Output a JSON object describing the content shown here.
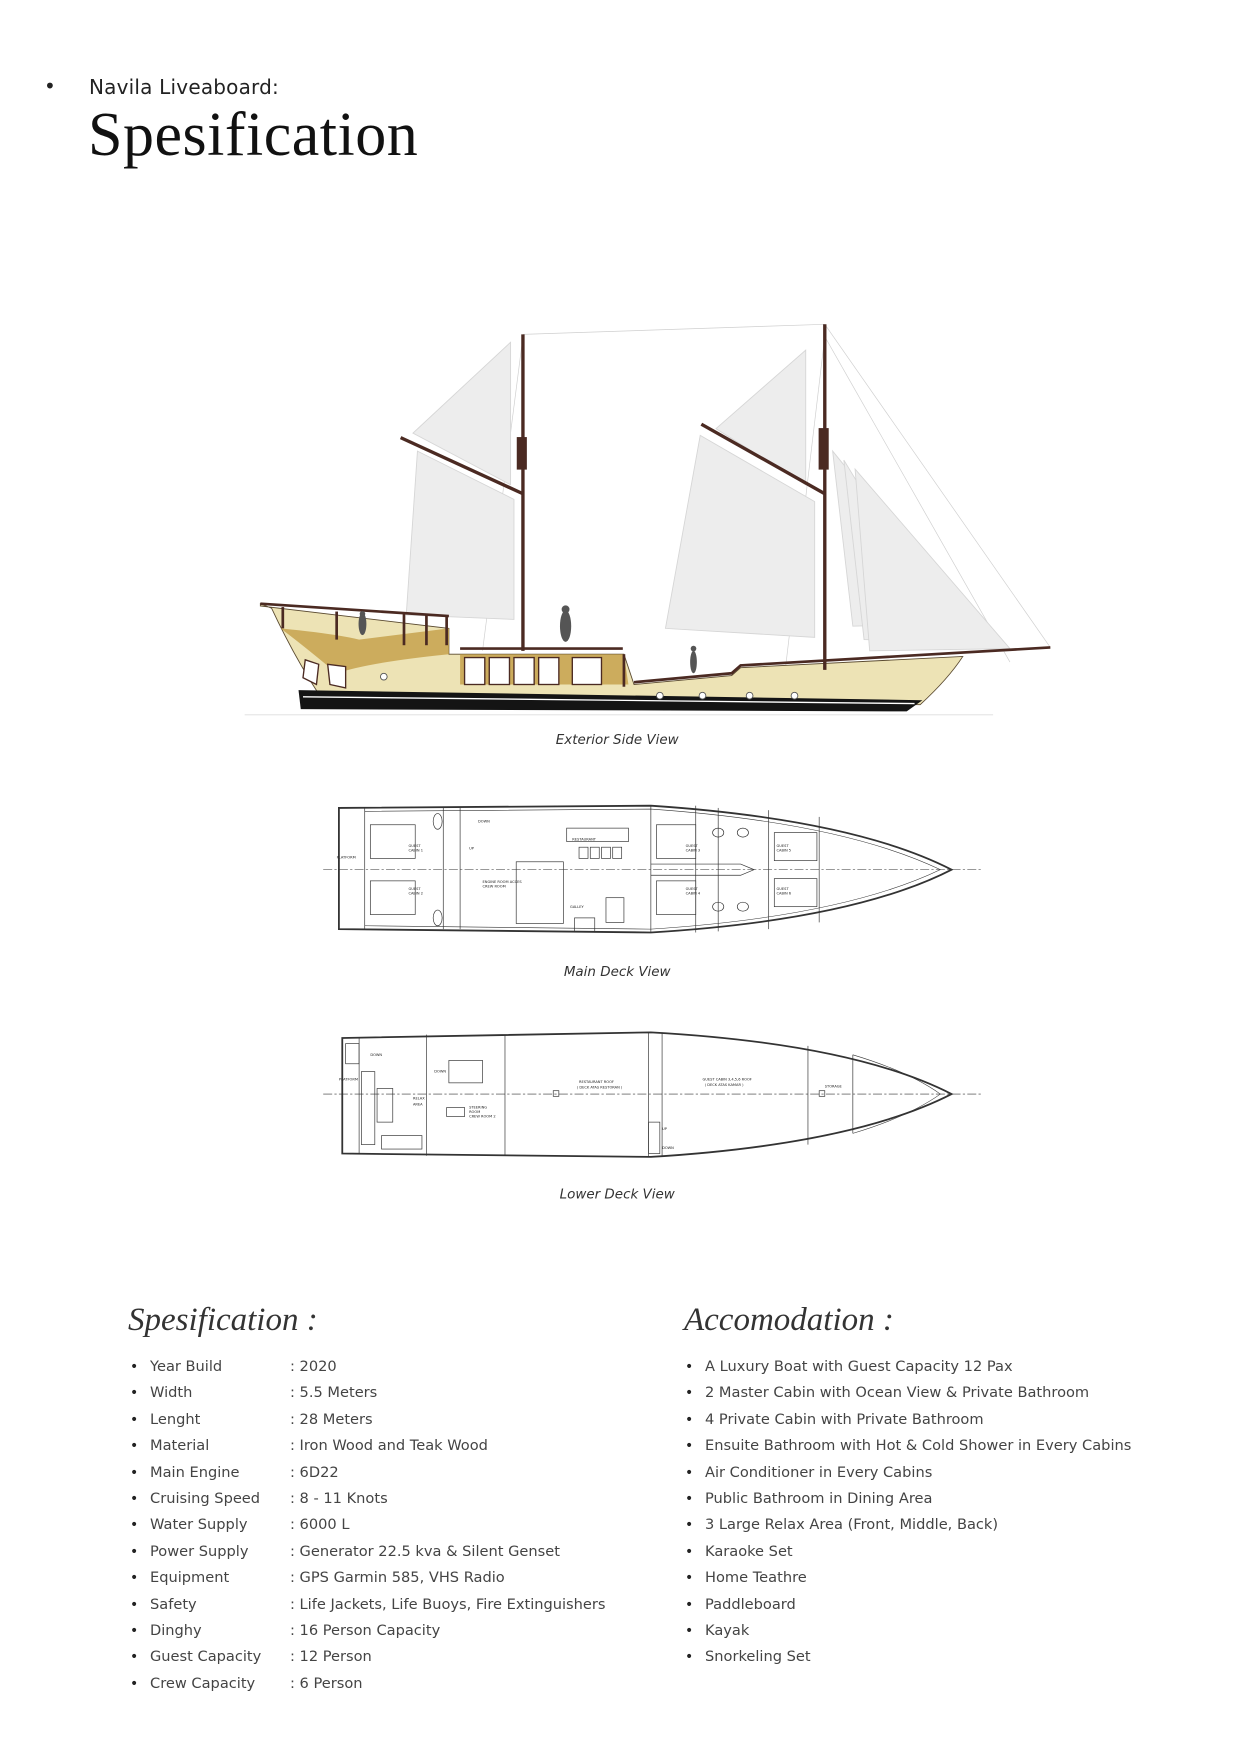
{
  "header": {
    "subtitle": "Navila Liveaboard:",
    "title": "Spesification"
  },
  "drawings": {
    "exterior_caption": "Exterior Side View",
    "main_deck_caption": "Main Deck View",
    "lower_deck_caption": "Lower Deck View",
    "main_deck_labels": [
      "PLATFORM",
      "GUEST",
      "CABIN 1",
      "GUEST",
      "CABIN 2",
      "DOWN",
      "UP",
      "ENGINE ROOM ACCES",
      "CREW ROOM",
      "RESTAURANT",
      "GALLEY",
      "GUEST",
      "CABIN 3",
      "GUEST",
      "CABIN 4",
      "GUEST",
      "CABIN 5",
      "GUEST",
      "CABIN 6"
    ],
    "lower_deck_labels": [
      "DOWN",
      "PLATFORM",
      "DOWN",
      "RELAX",
      "AREA",
      "STEERING",
      "ROOM",
      "CREW ROOM 2",
      "RESTAURANT ROOF",
      "( DECK ATAS RESTORAN )",
      "GUEST CABIN 3,4,5,6 ROOF",
      "( DECK ATAS KAMAR )",
      "STORAGE",
      "UP",
      "DOWN"
    ]
  },
  "specification": {
    "title": "Spesification :",
    "items": [
      {
        "label": "Year Build",
        "value": ": 2020"
      },
      {
        "label": "Width",
        "value": ": 5.5 Meters"
      },
      {
        "label": "Lenght",
        "value": ": 28 Meters"
      },
      {
        "label": "Material",
        "value": ": Iron Wood and Teak Wood"
      },
      {
        "label": "Main Engine",
        "value": ": 6D22"
      },
      {
        "label": "Cruising Speed",
        "value": ": 8 - 11 Knots"
      },
      {
        "label": "Water Supply",
        "value": ": 6000 L"
      },
      {
        "label": "Power Supply",
        "value": ": Generator 22.5 kva & Silent Genset"
      },
      {
        "label": "Equipment",
        "value": ": GPS Garmin 585, VHS Radio"
      },
      {
        "label": "Safety",
        "value": ": Life Jackets, Life Buoys, Fire Extinguishers"
      },
      {
        "label": "Dinghy",
        "value": ": 16 Person Capacity"
      },
      {
        "label": "Guest Capacity",
        "value": ": 12 Person"
      },
      {
        "label": "Crew Capacity",
        "value": ": 6 Person"
      }
    ]
  },
  "accomodation": {
    "title": "Accomodation :",
    "items": [
      "A Luxury Boat with Guest Capacity 12 Pax",
      "2 Master Cabin with Ocean View & Private Bathroom",
      "4 Private Cabin with Private Bathroom",
      "Ensuite Bathroom with Hot & Cold Shower in Every Cabins",
      "Air Conditioner in Every Cabins",
      "Public Bathroom in Dining Area",
      "3 Large Relax Area (Front, Middle, Back)",
      "Karaoke Set",
      "Home Teathre",
      "Paddleboard",
      "Kayak",
      "Snorkeling Set"
    ]
  },
  "colors": {
    "hull": "#EDE3B5",
    "cabin": "#C6A24E",
    "mast": "#4B2A22",
    "keel": "#141414",
    "sail": "#EEEEEE"
  }
}
